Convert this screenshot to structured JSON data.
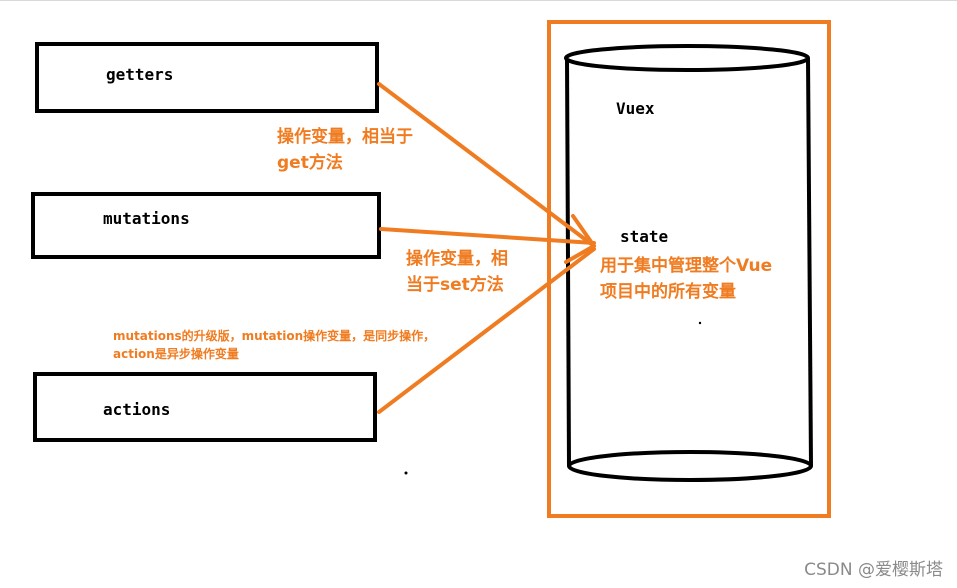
{
  "boxes": {
    "getters": "getters",
    "mutations": "mutations",
    "actions": "actions"
  },
  "notes": {
    "getters_line1": "操作变量，相当于",
    "getters_line2": "get方法",
    "mutations_line1": "操作变量，相",
    "mutations_line2": "当于set方法",
    "actions_line1": "mutations的升级版，mutation操作变量，是同步操作，",
    "actions_line2": "action是异步操作变量"
  },
  "store": {
    "title": "Vuex",
    "state_label": "state",
    "desc_line1": "用于集中管理整个Vue",
    "desc_line2": "项目中的所有变量"
  },
  "watermark": "CSDN @爱樱斯塔",
  "colors": {
    "accent": "#f07c22",
    "stroke": "#000000"
  }
}
